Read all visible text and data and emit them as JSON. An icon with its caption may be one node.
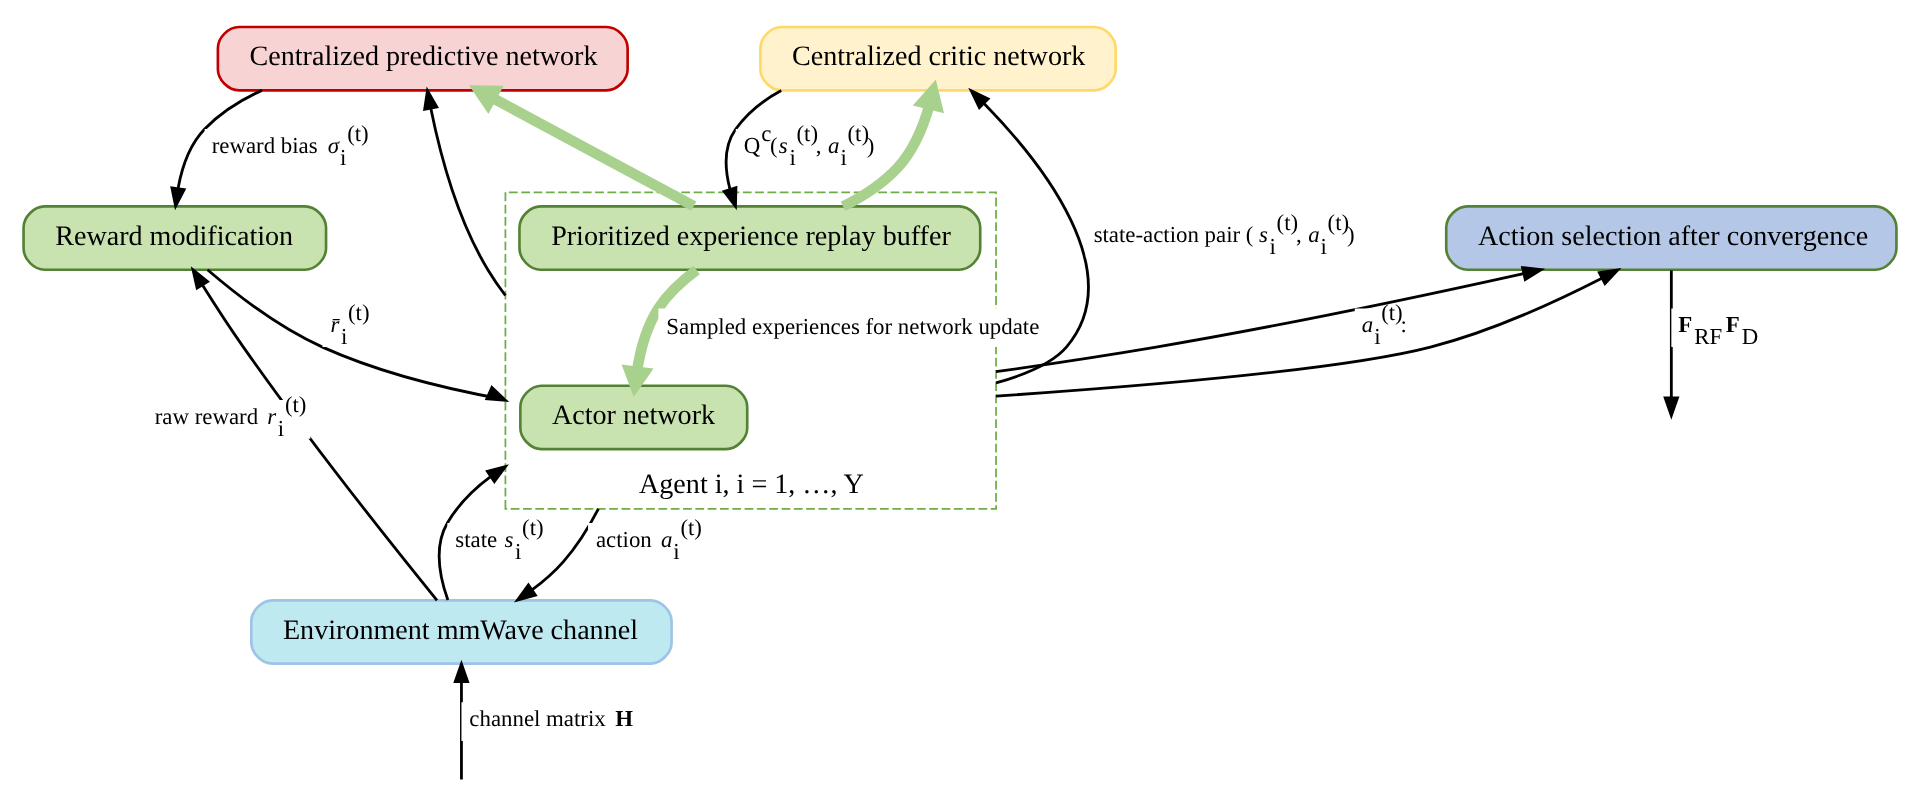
{
  "diagram": {
    "nodes": [
      {
        "text": [
          "Centralized predictive network"
        ]
      },
      {
        "text": [
          "Centralized critic network"
        ]
      },
      {
        "text": [
          "Reward modification"
        ]
      },
      {
        "text": [
          "Action selection after convergence"
        ]
      },
      {
        "text": [
          "Agent i, i = 1, …, Y"
        ]
      },
      {
        "text": [
          "Actor network"
        ],
        "in": 4
      },
      {
        "text": [
          "Prioritized experience replay buffer"
        ],
        "in": 4
      },
      {
        "text": [
          "Environment mmWave channel"
        ]
      }
    ],
    "edges": [
      {
        "from": 4,
        "to": 0,
        "arrow": "to"
      },
      {
        "from": 4,
        "to": 1,
        "arrow": "to",
        "label": "state-action pair (*s*$_{i}$$^{(t)}$, *a*$_{i}$$^{(t)}$)"
      },
      {
        "from": 6,
        "to": 0,
        "arrow": "to",
        "style": "thick",
        "color": "#a9d18e"
      },
      {
        "from": 6,
        "to": 1,
        "arrow": "to",
        "style": "thick",
        "color": "#a9d18e"
      },
      {
        "from": 6,
        "to": 5,
        "arrow": "to",
        "style": "thick",
        "color": "#a9d18e",
        "label": "Sampled experiences for network update"
      },
      {
        "from": 0,
        "to": 2,
        "arrow": "to",
        "label": "reward bias *σ*$_{i}$$^{(t)}$"
      },
      {
        "from": 2,
        "to": 4,
        "arrow": "to",
        "label": "*r̄*$_{i}$$^{(t)}$"
      },
      {
        "from": 4,
        "to": 3,
        "arrow": "to",
        "label": "*a*$_{i}$$^{(t)}$:"
      },
      {
        "from": 4,
        "to": 3,
        "arrow": "to"
      },
      {
        "from": 3,
        "to": null,
        "arrow": "to",
        "label": "**F**$_{RF}$ **F**$_{D}$"
      },
      {
        "from": 4,
        "to": 7,
        "arrow": "to",
        "label": "action *a*$_{i}$$^{(t)}$"
      },
      {
        "from": 7,
        "to": 2,
        "arrow": "to",
        "label": "raw reward *r*$_{i}$$^{(t)}$"
      },
      {
        "from": 1,
        "to": 6,
        "arrow": "to",
        "label": "Q$^{c}$(*s*$_{i}$$^{(t)}$, *a*$_{i}$$^{(t)}$)"
      },
      {
        "from": 7,
        "to": 4,
        "arrow": "to",
        "label": "state *s*$_{i}$$^{(t)}$"
      },
      {
        "from": null,
        "to": 7,
        "arrow": "to",
        "label": "channel matrix **H**"
      }
    ]
  }
}
